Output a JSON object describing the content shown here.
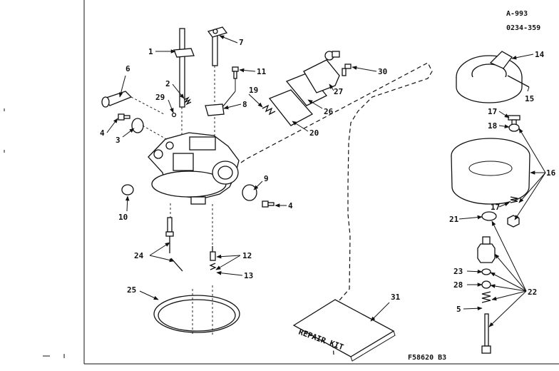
{
  "header": {
    "drawing_code_1": "A-993",
    "drawing_code_2": "0234-359"
  },
  "footer": {
    "figure_code": "F58620 B3"
  },
  "kit": {
    "label": "REPAIR KIT"
  },
  "callouts": {
    "c1": "1",
    "c2": "2",
    "c3": "3",
    "c4a": "4",
    "c4b": "4",
    "c5": "5",
    "c6": "6",
    "c7": "7",
    "c8": "8",
    "c9": "9",
    "c10": "10",
    "c11": "11",
    "c12": "12",
    "c13": "13",
    "c14": "14",
    "c15": "15",
    "c16": "16",
    "c17a": "17",
    "c17b": "17",
    "c18": "18",
    "c19": "19",
    "c20": "20",
    "c21": "21",
    "c22": "22",
    "c23": "23",
    "c24": "24",
    "c25": "25",
    "c26": "26",
    "c27": "27",
    "c28": "28",
    "c29": "29",
    "c30": "30",
    "c31": "31"
  }
}
